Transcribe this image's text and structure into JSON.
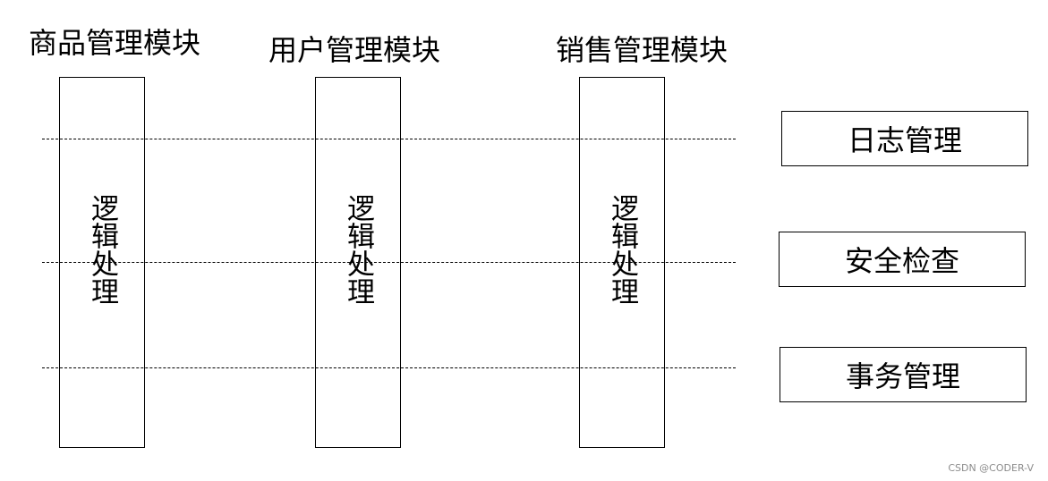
{
  "modules": [
    {
      "title": "商品管理模块",
      "body": "逻辑处理"
    },
    {
      "title": "用户管理模块",
      "body": "逻辑处理"
    },
    {
      "title": "销售管理模块",
      "body": "逻辑处理"
    }
  ],
  "services": [
    "日志管理",
    "安全检查",
    "事务管理"
  ],
  "watermark": "CSDN @CODER-V"
}
